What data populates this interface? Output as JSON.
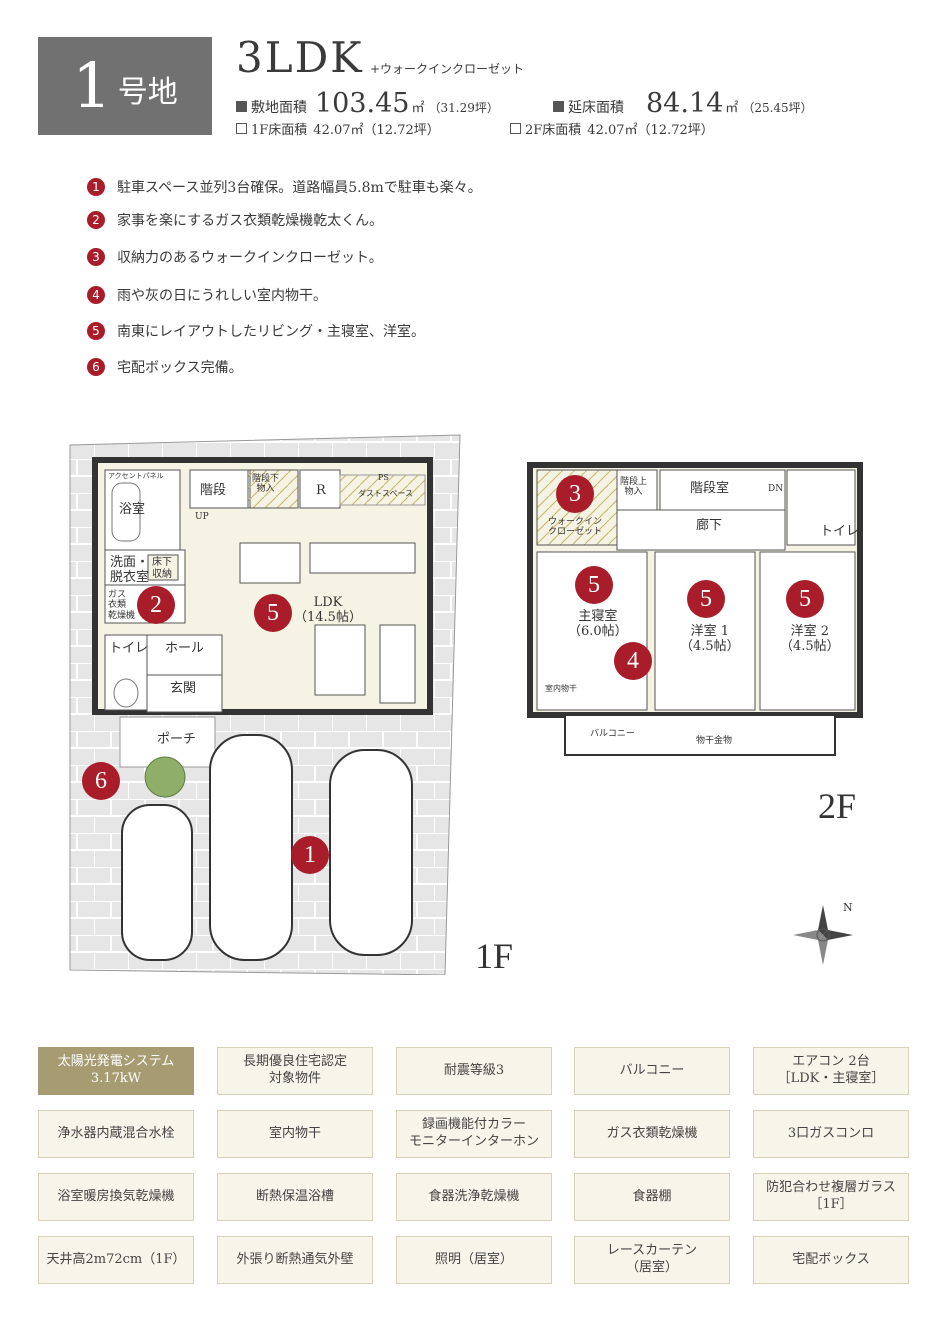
{
  "header": {
    "lot_number": "1",
    "lot_suffix": "号地",
    "layout_type": "3LDK",
    "layout_note": "+ウォークインクローゼット",
    "site_area_label": "敷地面積",
    "site_area_value": "103.45",
    "site_area_unit": "㎡",
    "site_area_tsubo": "（31.29坪）",
    "floor_area_label": "延床面積",
    "floor_area_value": "84.14",
    "floor_area_unit": "㎡",
    "floor_area_tsubo": "（25.45坪）",
    "floor1_label": "1F床面積",
    "floor1_value": "42.07㎡（12.72坪）",
    "floor2_label": "2F床面積",
    "floor2_value": "42.07㎡（12.72坪）"
  },
  "features": [
    {
      "num": "1",
      "text": "駐車スペース並列3台確保。道路幅員5.8mで駐車も楽々。"
    },
    {
      "num": "2",
      "text": "家事を楽にするガス衣類乾燥機乾太くん。"
    },
    {
      "num": "3",
      "text": "収納力のあるウォークインクローゼット。"
    },
    {
      "num": "4",
      "text": "雨や灰の日にうれしい室内物干。"
    },
    {
      "num": "5",
      "text": "南東にレイアウトしたリビング・主寝室、洋室。"
    },
    {
      "num": "6",
      "text": "宅配ボックス完備。"
    }
  ],
  "plan1f": {
    "floor_label": "1F",
    "bath": "浴室",
    "stairs": "階段",
    "under_stairs": "階段下\n物入",
    "fridge": "R",
    "ps": "PS",
    "dust": "ダストスペース",
    "up": "UP",
    "washroom": "洗面・\n脱衣室",
    "hall_storage": "床下\n収納",
    "dryer": "ガス\n衣類\n乾燥機",
    "ldk": "LDK\n（14.5帖）",
    "toilet": "トイレ",
    "hall": "ホール",
    "entrance": "玄関",
    "porch": "ポーチ",
    "aquagreen": "アクセントパネル"
  },
  "plan2f": {
    "floor_label": "2F",
    "stairs_storage": "階段上\n物入",
    "stairs_room": "階段室",
    "dn": "DN",
    "corridor": "廊下",
    "toilet": "トイレ",
    "wic": "ウォークイン\nクローゼット",
    "master": "主寝室\n（6.0帖）",
    "western1": "洋室 1\n（4.5帖）",
    "western2": "洋室 2\n（4.5帖）",
    "indoor_dry": "室内物干",
    "balcony": "バルコニー",
    "dry_rack": "物干金物"
  },
  "compass": {
    "north": "N"
  },
  "markers": {
    "m1": "1",
    "m2": "2",
    "m3": "3",
    "m4": "4",
    "m5": "5",
    "m6": "6"
  },
  "equipment": [
    {
      "text": "太陽光発電システム\n3.17kW",
      "highlight": true
    },
    {
      "text": "長期優良住宅認定\n対象物件",
      "highlight": false
    },
    {
      "text": "耐震等級3",
      "highlight": false
    },
    {
      "text": "バルコニー",
      "highlight": false
    },
    {
      "text": "エアコン 2台\n［LDK・主寝室］",
      "highlight": false
    },
    {
      "text": "浄水器内蔵混合水栓",
      "highlight": false
    },
    {
      "text": "室内物干",
      "highlight": false
    },
    {
      "text": "録画機能付カラー\nモニターインターホン",
      "highlight": false
    },
    {
      "text": "ガス衣類乾燥機",
      "highlight": false
    },
    {
      "text": "3口ガスコンロ",
      "highlight": false
    },
    {
      "text": "浴室暖房換気乾燥機",
      "highlight": false
    },
    {
      "text": "断熱保温浴槽",
      "highlight": false
    },
    {
      "text": "食器洗浄乾燥機",
      "highlight": false
    },
    {
      "text": "食器棚",
      "highlight": false
    },
    {
      "text": "防犯合わせ複層ガラス\n［1F］",
      "highlight": false
    },
    {
      "text": "天井高2m72cm（1F）",
      "highlight": false
    },
    {
      "text": "外張り断熱通気外壁",
      "highlight": false
    },
    {
      "text": "照明（居室）",
      "highlight": false
    },
    {
      "text": "レースカーテン\n（居室）",
      "highlight": false
    },
    {
      "text": "宅配ボックス",
      "highlight": false
    }
  ],
  "colors": {
    "accent": "#a91d2a",
    "badge": "#727171",
    "equip_bg": "#f7f4e9",
    "equip_highlight": "#a79b72"
  }
}
